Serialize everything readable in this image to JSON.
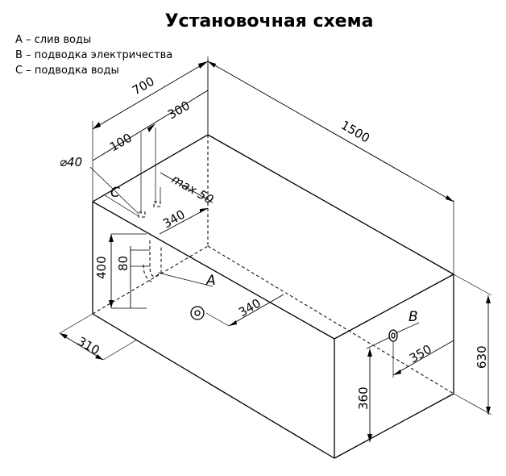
{
  "title": "Установочная схема",
  "legend": [
    "A – слив воды",
    "B – подводка электричества",
    "C – подводка воды"
  ],
  "dimensions": {
    "width_top": "700",
    "length": "1500",
    "height": "630",
    "c_offset_300": "300",
    "c_offset_100": "100",
    "diameter": "⌀40",
    "max_height": "max 50",
    "c_depth_340": "340",
    "a_depth_340": "340",
    "height_400": "400",
    "height_80": "80",
    "bottom_310": "310",
    "b_offset_350": "350",
    "b_height_360": "360"
  },
  "markers": {
    "a": "A",
    "b": "B",
    "c": "C"
  }
}
